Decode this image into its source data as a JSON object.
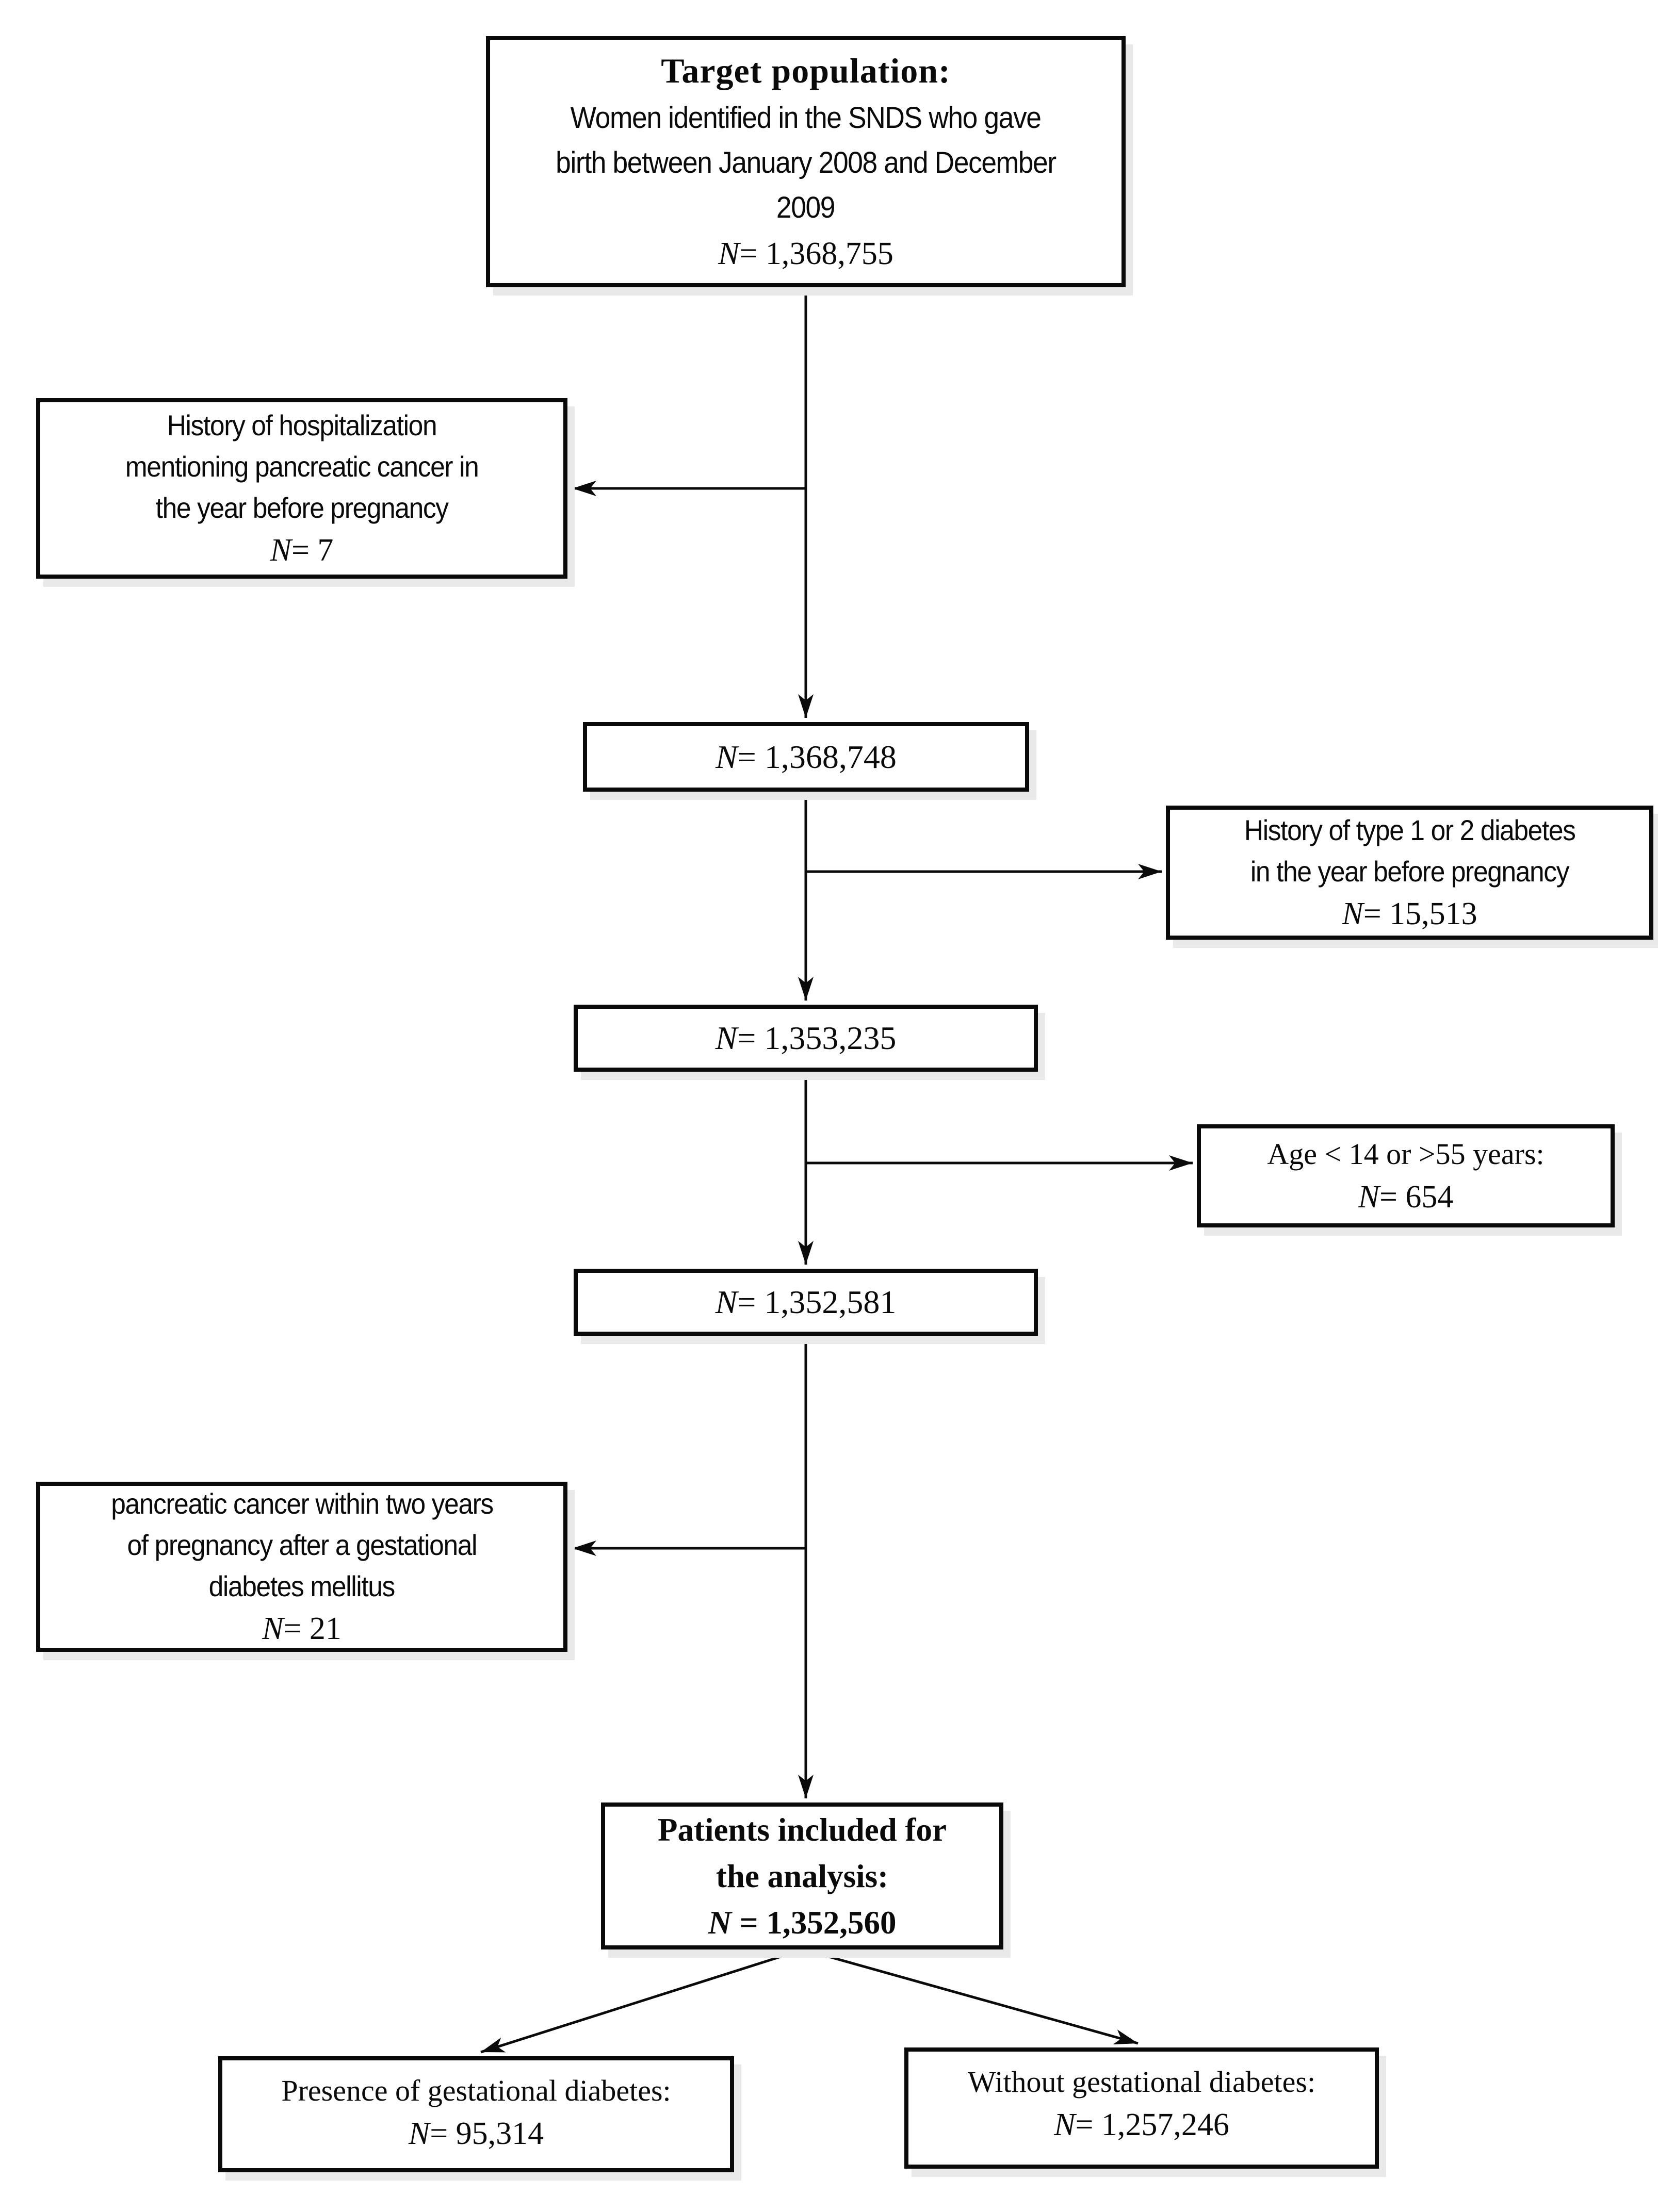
{
  "figure": {
    "type": "flowchart",
    "boxes": {
      "target": {
        "title": "Target population:",
        "lines": [
          "Women identified in the SNDS who gave",
          "birth between January 2008 and December",
          "2009"
        ],
        "n_label": "N",
        "n_rest": "= 1,368,755"
      },
      "excl_hospitalization": {
        "lines": [
          "History of hospitalization",
          "mentioning pancreatic cancer in",
          "the year before pregnancy"
        ],
        "n_label": "N",
        "n_rest": "= 7"
      },
      "after_hosp_exclusion": {
        "n_label": "N",
        "n_rest": "= 1,368,748"
      },
      "excl_diabetes_history": {
        "lines": [
          "History of type 1 or 2 diabetes",
          "in the year before pregnancy"
        ],
        "n_label": "N",
        "n_rest": "= 15,513"
      },
      "after_diabetes_exclusion": {
        "n_label": "N",
        "n_rest": "= 1,353,235"
      },
      "excl_age": {
        "lines": [
          "Age < 14 or >55 years:"
        ],
        "n_label": "N",
        "n_rest": "= 654"
      },
      "after_age_exclusion": {
        "n_label": "N",
        "n_rest": "= 1,352,581"
      },
      "excl_pancreatic_gdm": {
        "lines": [
          "pancreatic cancer within two years",
          "of pregnancy after a gestational",
          "diabetes mellitus"
        ],
        "n_label": "N",
        "n_rest": "= 21"
      },
      "included": {
        "lines": [
          "Patients included for",
          "the analysis:"
        ],
        "n_label": "N",
        "n_rest": " = 1,352,560"
      },
      "gdm_present": {
        "lines": [
          "Presence of gestational diabetes:"
        ],
        "n_label": "N",
        "n_rest": "= 95,314"
      },
      "gdm_absent": {
        "lines": [
          "Without gestational diabetes:"
        ],
        "n_label": "N",
        "n_rest": "= 1,257,246"
      }
    },
    "colors": {
      "line": "#0a0a0a",
      "box_border": "#0a0a0a",
      "background": "#ffffff",
      "shadow": "#e9e9e9"
    }
  }
}
